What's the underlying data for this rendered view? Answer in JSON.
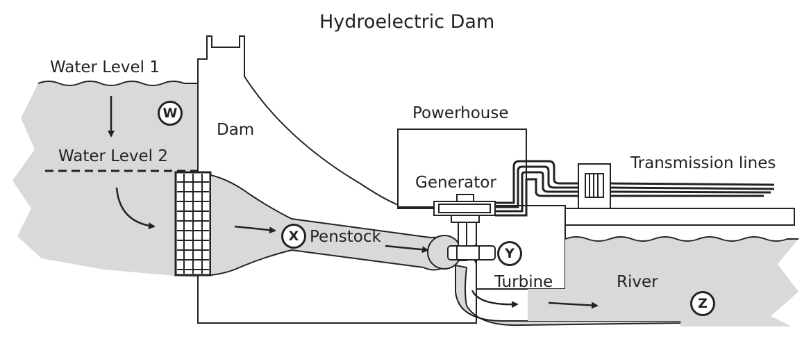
{
  "title": "Hydroelectric Dam",
  "labels": {
    "water_level_1": "Water Level 1",
    "water_level_2": "Water Level 2",
    "dam": "Dam",
    "powerhouse": "Powerhouse",
    "generator": "Generator",
    "transmission_lines": "Transmission lines",
    "penstock": "Penstock",
    "turbine": "Turbine",
    "river": "River"
  },
  "markers": {
    "w": "W",
    "x": "X",
    "y": "Y",
    "z": "Z"
  },
  "colors": {
    "water": "#d9d9d9",
    "outline": "#222222",
    "background": "#ffffff"
  }
}
